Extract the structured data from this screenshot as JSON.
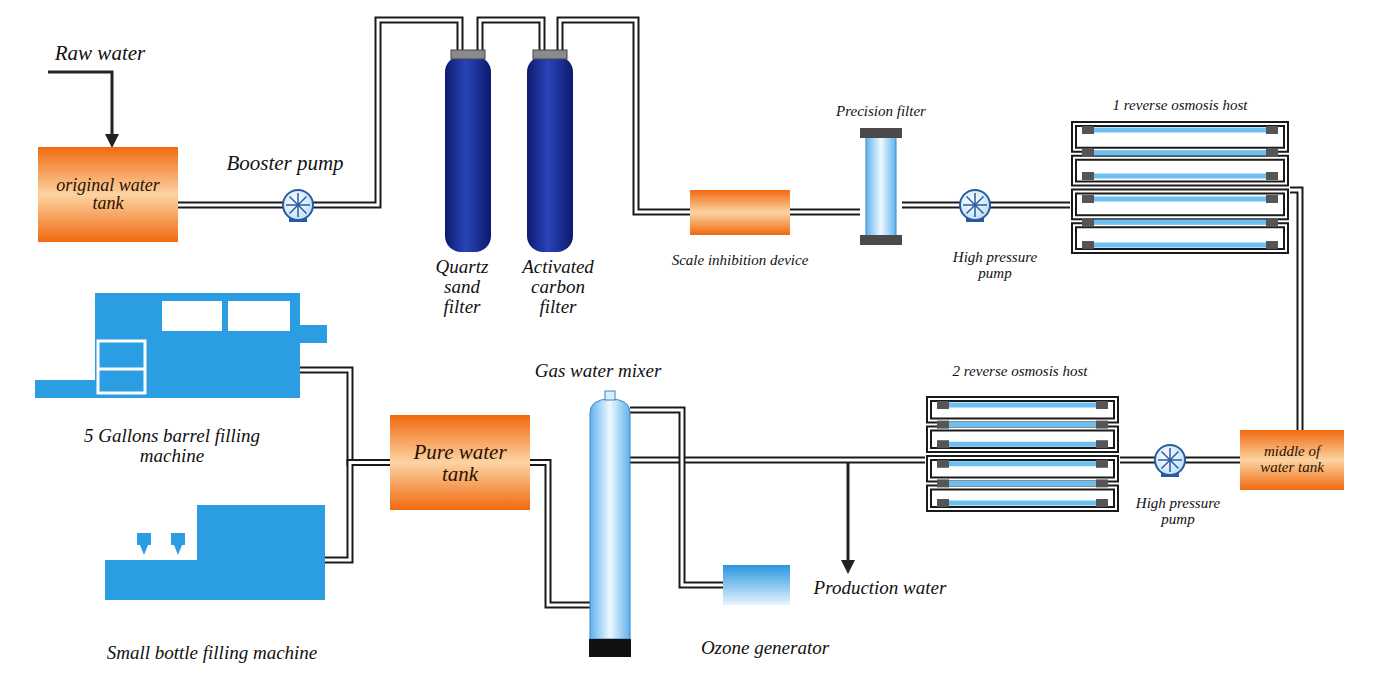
{
  "diagram": {
    "nodes": [
      {
        "text": [
          "original water tank"
        ]
      },
      {
        "text": [
          "Booster pump"
        ]
      },
      {
        "text": [
          "Quartz sand filter"
        ]
      },
      {
        "text": [
          "Activated carbon filter"
        ]
      },
      {
        "text": [
          "Scale inhibition device"
        ]
      },
      {
        "text": [
          "Precision filter"
        ]
      },
      {
        "text": [
          "High pressure pump"
        ]
      },
      {
        "text": [
          "1 reverse osmosis host"
        ]
      },
      {
        "text": [
          "middle of water tank"
        ]
      },
      {
        "text": [
          "High pressure pump"
        ]
      },
      {
        "text": [
          "2 reverse osmosis host"
        ]
      },
      {
        "text": [
          "Gas water mixer"
        ]
      },
      {
        "text": [
          "Ozone generator"
        ]
      },
      {
        "text": [
          "Pure water tank"
        ]
      },
      {
        "text": [
          "5 Gallons barrel filling machine"
        ]
      },
      {
        "text": [
          "Small bottle filling machine"
        ]
      }
    ],
    "edges": [
      {
        "from": 0,
        "to": 1,
        "arrow": "none"
      },
      {
        "from": 1,
        "to": 2,
        "arrow": "none"
      },
      {
        "from": 2,
        "to": 3,
        "arrow": "none"
      },
      {
        "from": 3,
        "to": 4,
        "arrow": "none"
      },
      {
        "from": 4,
        "to": 5,
        "arrow": "none"
      },
      {
        "from": 5,
        "to": 6,
        "arrow": "none"
      },
      {
        "from": 6,
        "to": 7,
        "arrow": "none"
      },
      {
        "from": 7,
        "to": 8,
        "arrow": "none"
      },
      {
        "from": 8,
        "to": 9,
        "arrow": "none"
      },
      {
        "from": 9,
        "to": 10,
        "arrow": "none"
      },
      {
        "from": 10,
        "to": 11,
        "arrow": "none"
      },
      {
        "from": 11,
        "to": 13,
        "arrow": "none"
      },
      {
        "from": 12,
        "to": 11,
        "arrow": "none"
      },
      {
        "from": 13,
        "to": 14,
        "arrow": "none"
      },
      {
        "from": 13,
        "to": 15,
        "arrow": "none"
      }
    ],
    "labels": [
      "Raw water",
      "Production water"
    ]
  }
}
